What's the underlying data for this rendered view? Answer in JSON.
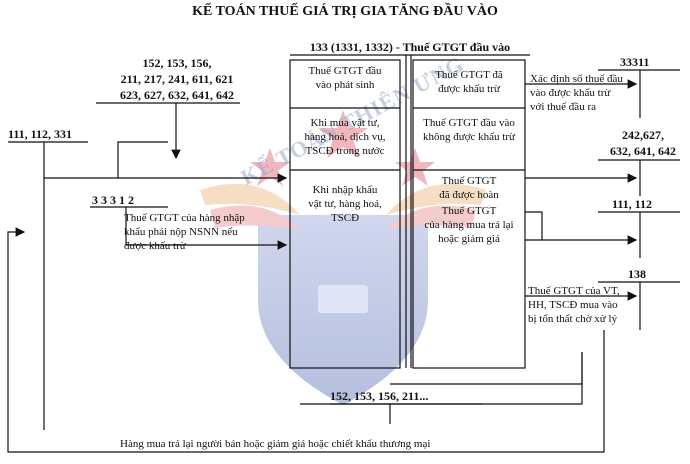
{
  "title": "KẾ TOÁN THUẾ GIÁ TRỊ GIA TĂNG ĐẦU VÀO",
  "main_account": "133 (1331, 1332) - Thuế GTGT đầu vào",
  "left_column": {
    "entry_1": [
      "Thuế GTGT đầu",
      "vào phát sinh"
    ],
    "entry_2": [
      "Khi mua vật tư,",
      "hàng hoá, dịch vụ,",
      "TSCĐ trong nước"
    ],
    "entry_3": [
      "Khi nhập khẩu",
      "vật tư, hàng hoá,",
      "TSCĐ"
    ]
  },
  "right_column": {
    "entry_1": [
      "Thuế GTGT đã",
      "được khấu trừ"
    ],
    "entry_2": [
      "Thuế GTGT đầu vào",
      "không được khấu trừ"
    ],
    "entry_3": [
      "Thuế GTGT",
      "đã được hoàn"
    ],
    "entry_4": [
      "Thuế GTGT",
      "của hàng mua trả lại",
      "hoặc giảm giá"
    ]
  },
  "accounts": {
    "acc_152_group": [
      "152, 153, 156,",
      "211, 217, 241, 611, 621",
      "623, 627, 632, 641, 642"
    ],
    "acc_111_group": "111, 112, 331",
    "acc_33312": "3 3 3 1 2",
    "acc_33311": "33311",
    "acc_242_group": [
      "242,627,",
      "632, 641, 642"
    ],
    "acc_111_112": "111, 112",
    "acc_138": "138",
    "acc_bottom": "152, 153, 156, 211..."
  },
  "notes": {
    "import_vat": [
      "Thuế GTGT của hàng nhập",
      "khẩu phải nộp NSNN nếu",
      "được khấu trừ"
    ],
    "offset": [
      "Xác định số thuế đầu",
      "vào được khấu trừ",
      "với thuế đầu ra"
    ],
    "loss": [
      "Thuế GTGT của VT,",
      "HH, TSCĐ mua vào",
      "bị tổn thất chờ xử lý"
    ],
    "bottom": "Hàng mua trả lại người bán hoặc giảm giá hoặc chiết khấu thương mại"
  },
  "watermark": {
    "text": "KẾ TOÁN THIÊN ƯNG",
    "color": "#9aa7c9",
    "shield_color": "#3f5fb0",
    "star_color": "#d9344a"
  }
}
